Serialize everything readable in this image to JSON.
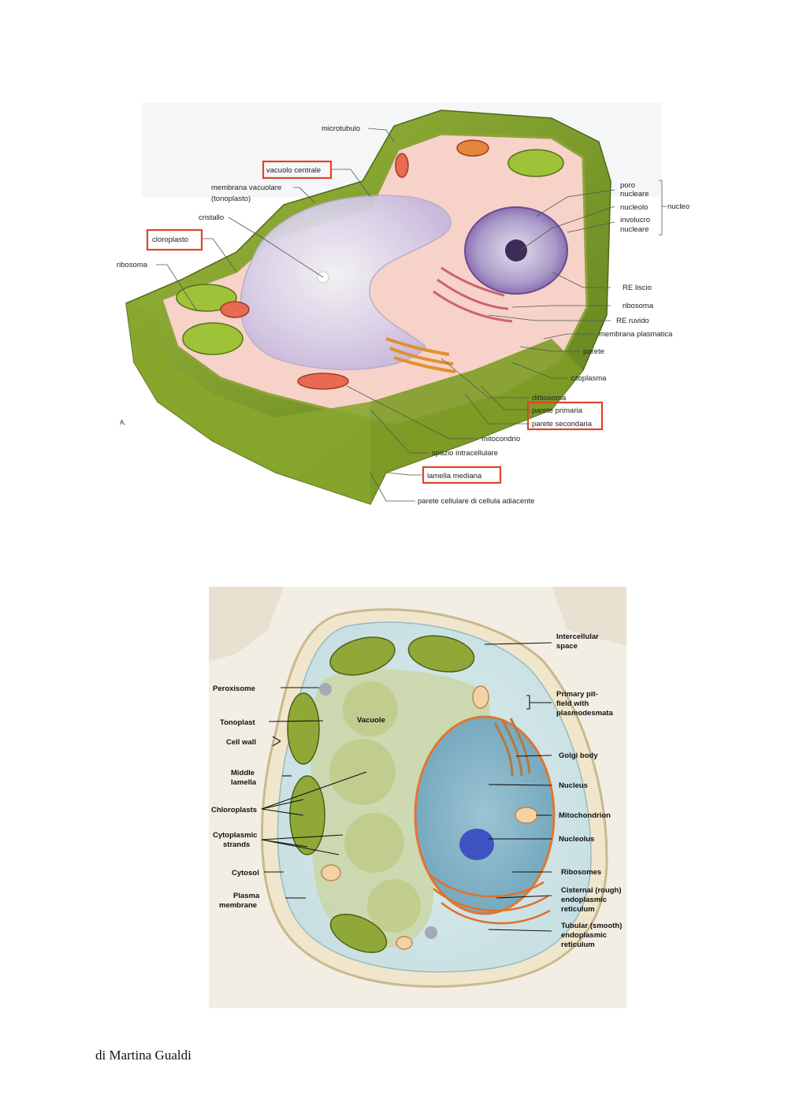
{
  "figure1": {
    "panel_letter": "A.",
    "labels": {
      "microtubulo": "microtubulo",
      "vacuolo_centrale": "vacuolo centrale",
      "membrana_vacuolare": "membrana vacuolare",
      "tonoplasto": "(tonoplasto)",
      "cristallo": "cristallo",
      "cloroplasto": "cloroplasto",
      "ribosoma_left": "ribosoma",
      "poro": "poro",
      "nucleare1": "nucleare",
      "nucleolo": "nucleolo",
      "involucro": "involucro",
      "nucleare2": "nucleare",
      "nucleo": "nucleo",
      "re_liscio": "RE liscio",
      "ribosoma_right": "ribosoma",
      "re_ruvido": "RE ruvido",
      "membrana_plasmatica": "membrana plasmatica",
      "parete": "parete",
      "citoplasma": "citoplasma",
      "dittiosoma": "dittiosoma",
      "parete_primaria": "parete primaria",
      "parete_secondaria": "parete secondaria",
      "mitocondrio": "mitocondrio",
      "spazio_intracellulare": "spazio intracellulare",
      "lamella_mediana": "lamella mediana",
      "parete_adiacente": "parete cellulare di cellula adiacente"
    }
  },
  "figure2": {
    "labels": {
      "intercellular1": "Intercellular",
      "intercellular2": "space",
      "peroxisome": "Peroxisome",
      "primary1": "Primary pit-",
      "primary2": "field with",
      "primary3": "plasmodesmata",
      "vacuole": "Vacuole",
      "tonoplast": "Tonoplast",
      "cell_wall": "Cell wall",
      "golgi": "Golgi body",
      "middle1": "Middle",
      "middle2": "lamella",
      "nucleus": "Nucleus",
      "chloroplasts": "Chloroplasts",
      "mitochondrion": "Mitochondrion",
      "cyto1": "Cytoplasmic",
      "cyto2": "strands",
      "nucleolus": "Nucleolus",
      "cytosol": "Cytosol",
      "ribosomes": "Ribosomes",
      "plasma1": "Plasma",
      "plasma2": "membrane",
      "cisternal1": "Cisternal (rough)",
      "cisternal2": "endoplasmic",
      "cisternal3": "reticulum",
      "tubular1": "Tubular (smooth)",
      "tubular2": "endoplasmic",
      "tubular3": "reticulum"
    }
  },
  "footer": {
    "author": "di Martina Gualdi"
  },
  "colors": {
    "highlight_box": "#e0442a",
    "wall_green": "#7a9a2a",
    "cytoplasm_pink": "#f4c9c0"
  }
}
